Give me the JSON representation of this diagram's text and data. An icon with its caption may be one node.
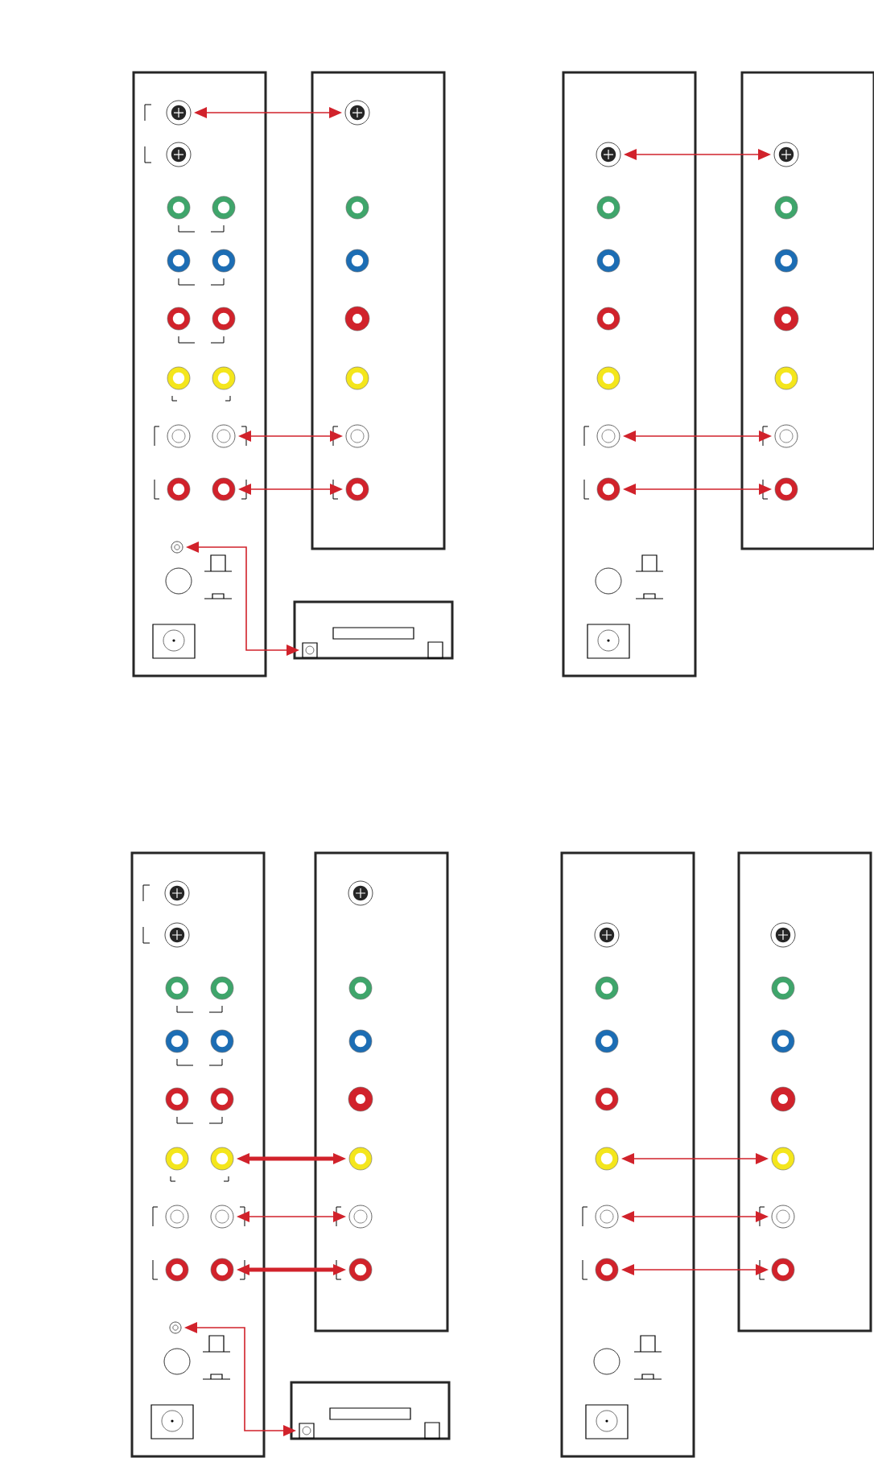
{
  "diagram": {
    "nodes": [
      {
        "text": [],
        "shape": "box"
      },
      {
        "text": [],
        "shape": "circle",
        "in": 0
      },
      {
        "text": [],
        "shape": "circle",
        "in": 0
      },
      {
        "text": [],
        "shape": "circle",
        "in": 0
      },
      {
        "text": [],
        "shape": "circle",
        "in": 0
      },
      {
        "text": [],
        "shape": "circle",
        "in": 0
      },
      {
        "text": [],
        "shape": "circle",
        "in": 0
      },
      {
        "text": [],
        "shape": "circle",
        "in": 0
      },
      {
        "text": [],
        "shape": "circle",
        "in": 0
      },
      {
        "text": [],
        "shape": "circle",
        "in": 0
      },
      {
        "text": [],
        "shape": "circle",
        "in": 0
      },
      {
        "text": [],
        "shape": "circle",
        "in": 0
      },
      {
        "text": [],
        "shape": "circle",
        "in": 0
      },
      {
        "text": [],
        "shape": "circle",
        "in": 0
      },
      {
        "text": [],
        "shape": "circle",
        "in": 0
      },
      {
        "text": [],
        "shape": "circle",
        "in": 0
      },
      {
        "text": [],
        "shape": "circle",
        "in": 0
      },
      {
        "text": [],
        "shape": "box"
      },
      {
        "text": [],
        "shape": "circle",
        "in": 17
      },
      {
        "text": [],
        "shape": "circle",
        "in": 17
      },
      {
        "text": [],
        "shape": "circle",
        "in": 17
      },
      {
        "text": [],
        "shape": "circle",
        "in": 17
      },
      {
        "text": [],
        "shape": "circle",
        "in": 17
      },
      {
        "text": [],
        "shape": "circle",
        "in": 17
      },
      {
        "text": [],
        "shape": "circle",
        "in": 17
      },
      {
        "text": [],
        "shape": "box"
      },
      {
        "text": [],
        "shape": "box",
        "in": 25
      },
      {
        "text": [],
        "shape": "box"
      },
      {
        "text": [],
        "shape": "circle",
        "in": 27
      },
      {
        "text": [],
        "shape": "circle",
        "in": 27
      },
      {
        "text": [],
        "shape": "circle",
        "in": 27
      },
      {
        "text": [],
        "shape": "circle",
        "in": 27
      },
      {
        "text": [],
        "shape": "circle",
        "in": 27
      },
      {
        "text": [],
        "shape": "circle",
        "in": 27
      },
      {
        "text": [],
        "shape": "circle",
        "in": 27
      },
      {
        "text": [],
        "shape": "circle",
        "in": 27
      },
      {
        "text": [],
        "shape": "box"
      },
      {
        "text": [],
        "shape": "circle",
        "in": 36
      },
      {
        "text": [],
        "shape": "circle",
        "in": 36
      },
      {
        "text": [],
        "shape": "circle",
        "in": 36
      },
      {
        "text": [],
        "shape": "circle",
        "in": 36
      },
      {
        "text": [],
        "shape": "circle",
        "in": 36
      },
      {
        "text": [],
        "shape": "circle",
        "in": 36
      },
      {
        "text": [],
        "shape": "circle",
        "in": 36
      },
      {
        "text": [],
        "shape": "box"
      },
      {
        "text": [],
        "shape": "circle",
        "in": 44
      },
      {
        "text": [],
        "shape": "circle",
        "in": 44
      },
      {
        "text": [],
        "shape": "circle",
        "in": 44
      },
      {
        "text": [],
        "shape": "circle",
        "in": 44
      },
      {
        "text": [],
        "shape": "circle",
        "in": 44
      },
      {
        "text": [],
        "shape": "circle",
        "in": 44
      },
      {
        "text": [],
        "shape": "circle",
        "in": 44
      },
      {
        "text": [],
        "shape": "circle",
        "in": 44
      },
      {
        "text": [],
        "shape": "circle",
        "in": 44
      },
      {
        "text": [],
        "shape": "circle",
        "in": 44
      },
      {
        "text": [],
        "shape": "circle",
        "in": 44
      },
      {
        "text": [],
        "shape": "circle",
        "in": 44
      },
      {
        "text": [],
        "shape": "circle",
        "in": 44
      },
      {
        "text": [],
        "shape": "circle",
        "in": 44
      },
      {
        "text": [],
        "shape": "circle",
        "in": 44
      },
      {
        "text": [],
        "shape": "circle",
        "in": 44
      },
      {
        "text": [],
        "shape": "box"
      },
      {
        "text": [],
        "shape": "circle",
        "in": 61
      },
      {
        "text": [],
        "shape": "circle",
        "in": 61
      },
      {
        "text": [],
        "shape": "circle",
        "in": 61
      },
      {
        "text": [],
        "shape": "circle",
        "in": 61
      },
      {
        "text": [],
        "shape": "circle",
        "in": 61
      },
      {
        "text": [],
        "shape": "circle",
        "in": 61
      },
      {
        "text": [],
        "shape": "circle",
        "in": 61
      },
      {
        "text": [],
        "shape": "box"
      },
      {
        "text": [],
        "shape": "box",
        "in": 69
      },
      {
        "text": [],
        "shape": "box"
      },
      {
        "text": [],
        "shape": "circle",
        "in": 71
      },
      {
        "text": [],
        "shape": "circle",
        "in": 71
      },
      {
        "text": [],
        "shape": "circle",
        "in": 71
      },
      {
        "text": [],
        "shape": "circle",
        "in": 71
      },
      {
        "text": [],
        "shape": "circle",
        "in": 71
      },
      {
        "text": [],
        "shape": "circle",
        "in": 71
      },
      {
        "text": [],
        "shape": "circle",
        "in": 71
      },
      {
        "text": [],
        "shape": "circle",
        "in": 71
      },
      {
        "text": [],
        "shape": "box"
      },
      {
        "text": [],
        "shape": "circle",
        "in": 80
      },
      {
        "text": [],
        "shape": "circle",
        "in": 80
      },
      {
        "text": [],
        "shape": "circle",
        "in": 80
      },
      {
        "text": [],
        "shape": "circle",
        "in": 80
      },
      {
        "text": [],
        "shape": "circle",
        "in": 80
      },
      {
        "text": [],
        "shape": "circle",
        "in": 80
      },
      {
        "text": [],
        "shape": "circle",
        "in": 80
      }
    ],
    "edges": [
      {
        "from": 1,
        "to": 18,
        "arrow": "both"
      },
      {
        "from": 12,
        "to": 23,
        "arrow": "both"
      },
      {
        "from": 14,
        "to": 24,
        "arrow": "both"
      },
      {
        "from": 15,
        "to": 26,
        "arrow": "both"
      },
      {
        "from": 28,
        "to": 37,
        "arrow": "both"
      },
      {
        "from": 33,
        "to": 42,
        "arrow": "both"
      },
      {
        "from": 34,
        "to": 43,
        "arrow": "both"
      },
      {
        "from": 54,
        "to": 66,
        "arrow": "both",
        "style": "thick"
      },
      {
        "from": 56,
        "to": 67,
        "arrow": "both"
      },
      {
        "from": 58,
        "to": 68,
        "arrow": "both",
        "style": "thick"
      },
      {
        "from": 59,
        "to": 70,
        "arrow": "both"
      },
      {
        "from": 76,
        "to": 85,
        "arrow": "both"
      },
      {
        "from": 77,
        "to": 86,
        "arrow": "both"
      },
      {
        "from": 78,
        "to": 87,
        "arrow": "both"
      }
    ]
  }
}
